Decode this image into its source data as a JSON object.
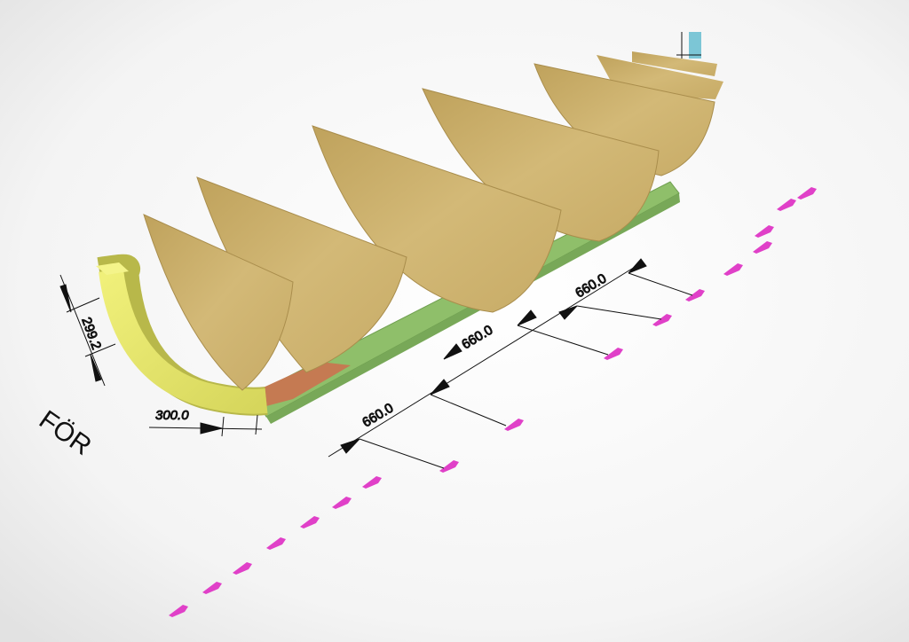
{
  "labels": {
    "bow_label": "FÖR",
    "stem_height_dim": "299.2",
    "stem_offset_dim": "300.0",
    "station_spacing_dims": [
      "660.0",
      "660.0",
      "660.0"
    ]
  },
  "colors": {
    "mold": "#c9ae68",
    "stem": "#e6e673",
    "keel": "#8fbf6a",
    "block": "#c57a52",
    "post": "#7cc6d6",
    "marker": "#e040c8"
  }
}
